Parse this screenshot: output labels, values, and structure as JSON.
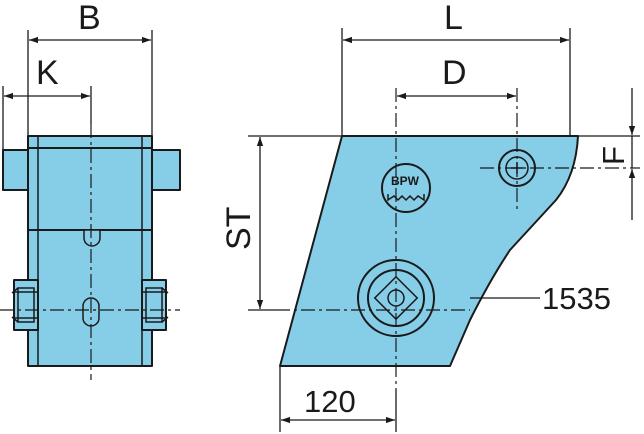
{
  "diagram": {
    "part_color": "#86cde8",
    "line_color": "#1a1a1a",
    "dimensions": {
      "B": "B",
      "K": "K",
      "L": "L",
      "D": "D",
      "F": "F",
      "ST": "ST",
      "width_120": "120",
      "part_number": "1535"
    },
    "logo": {
      "text": "BPW"
    }
  }
}
